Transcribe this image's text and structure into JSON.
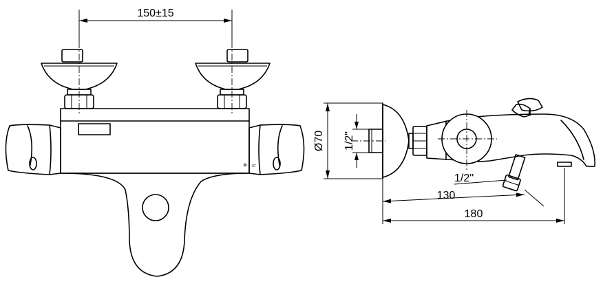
{
  "dimensions": {
    "inlet_spacing": "150±15",
    "body_diameter": "Ø70",
    "inlet_thread": "1/2\"",
    "outlet_thread": "1/2''",
    "outlet_distance": "130",
    "spout_length": "180"
  },
  "markings": {
    "temperature_mark": "37"
  }
}
